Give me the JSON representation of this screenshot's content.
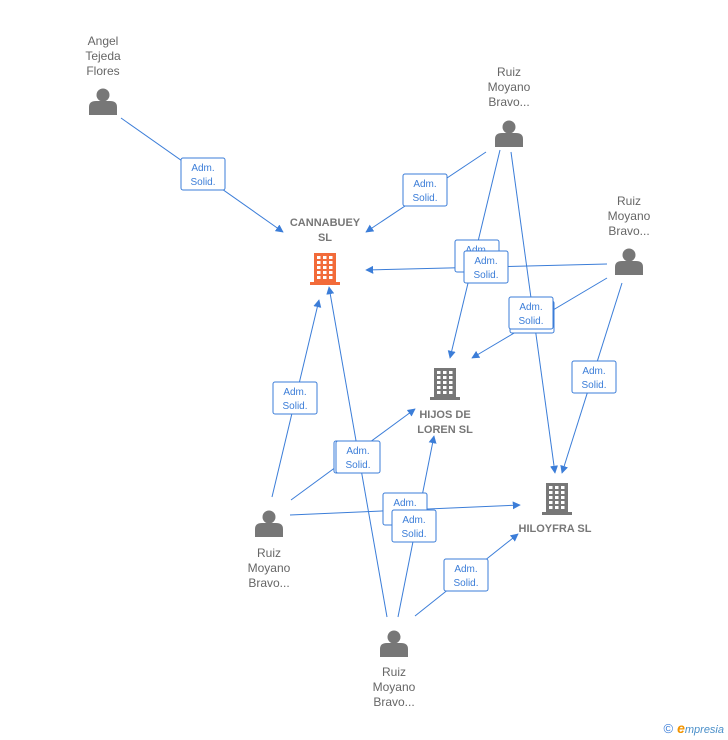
{
  "colors": {
    "edge": "#3b7dd8",
    "person": "#777777",
    "company": "#777777",
    "company_highlight": "#f26b3a",
    "brand": "#f29400"
  },
  "edge_label": [
    "Adm.",
    "Solid."
  ],
  "persons": [
    {
      "id": "p_angel",
      "lines": [
        "Angel",
        "Tejeda",
        "Flores"
      ],
      "icon": "person-icon"
    },
    {
      "id": "p_ruiz_top",
      "lines": [
        "Ruiz",
        "Moyano",
        "Bravo..."
      ],
      "icon": "person-icon"
    },
    {
      "id": "p_ruiz_right",
      "lines": [
        "Ruiz",
        "Moyano",
        "Bravo..."
      ],
      "icon": "person-icon"
    },
    {
      "id": "p_ruiz_left",
      "lines": [
        "Ruiz",
        "Moyano",
        "Bravo..."
      ],
      "icon": "person-icon"
    },
    {
      "id": "p_ruiz_bottom",
      "lines": [
        "Ruiz",
        "Moyano",
        "Bravo..."
      ],
      "icon": "person-icon"
    }
  ],
  "companies": [
    {
      "id": "c_cannabuey",
      "lines": [
        "CANNABUEY",
        "SL"
      ],
      "icon": "building-icon",
      "highlight": true
    },
    {
      "id": "c_hijos",
      "lines": [
        "HIJOS DE",
        "LOREN SL"
      ],
      "icon": "building-icon",
      "highlight": false
    },
    {
      "id": "c_hiloyfra",
      "lines": [
        "HILOYFRA SL"
      ],
      "icon": "building-icon",
      "highlight": false
    }
  ],
  "edges": [
    {
      "from": "p_angel",
      "to": "c_cannabuey"
    },
    {
      "from": "p_ruiz_top",
      "to": "c_cannabuey"
    },
    {
      "from": "p_ruiz_top",
      "to": "c_hijos"
    },
    {
      "from": "p_ruiz_top",
      "to": "c_hiloyfra"
    },
    {
      "from": "p_ruiz_right",
      "to": "c_cannabuey"
    },
    {
      "from": "p_ruiz_right",
      "to": "c_hijos"
    },
    {
      "from": "p_ruiz_right",
      "to": "c_hiloyfra"
    },
    {
      "from": "p_ruiz_left",
      "to": "c_cannabuey"
    },
    {
      "from": "p_ruiz_left",
      "to": "c_hijos"
    },
    {
      "from": "p_ruiz_left",
      "to": "c_hiloyfra"
    },
    {
      "from": "p_ruiz_bottom",
      "to": "c_cannabuey"
    },
    {
      "from": "p_ruiz_bottom",
      "to": "c_hijos"
    },
    {
      "from": "p_ruiz_bottom",
      "to": "c_hiloyfra"
    }
  ],
  "footer": {
    "copyright": "©",
    "brand_initial": "e",
    "brand_rest": "mpresia"
  }
}
